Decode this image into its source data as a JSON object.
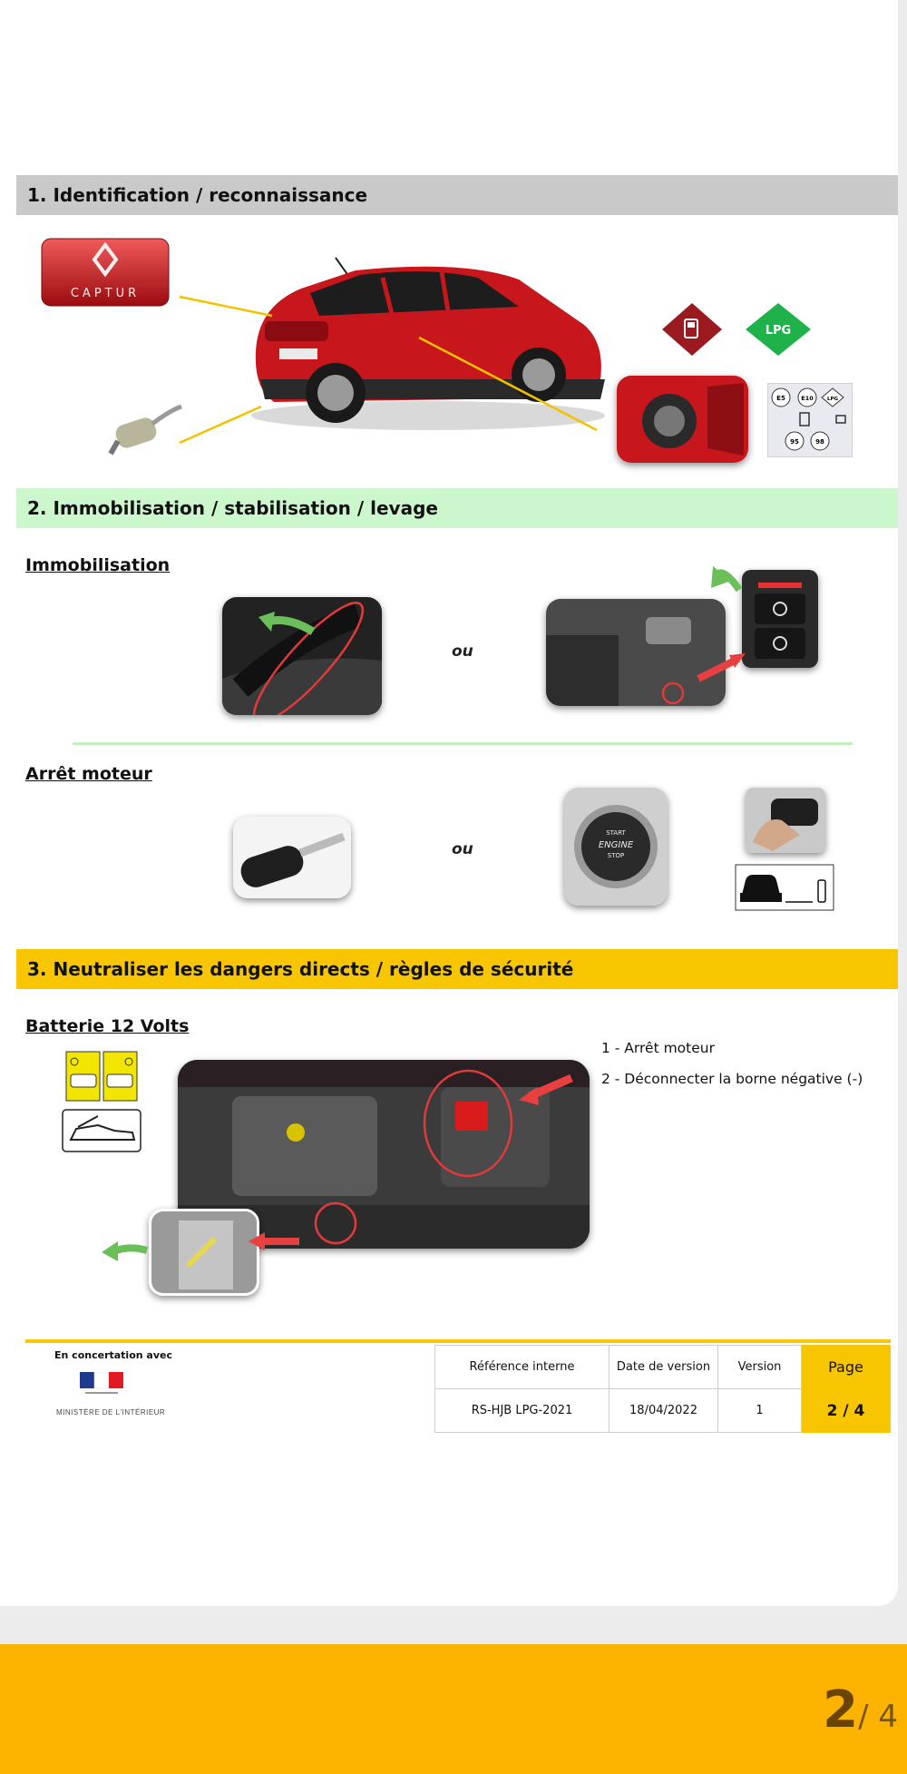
{
  "sections": {
    "identification": "1. Identification / reconnaissance",
    "immobilisation": "2. Immobilisation / stabilisation / levage",
    "dangers": "3. Neutraliser les dangers directs / règles de sécurité"
  },
  "identification": {
    "logo_text": "CAPTUR",
    "fuel_badge_label": "LPG",
    "fuel_labels": [
      "E5",
      "E10",
      "LPG",
      "95",
      "98"
    ]
  },
  "immobilisation": {
    "subtitle": "Immobilisation",
    "or_label": "ou"
  },
  "engine_stop": {
    "subtitle": "Arrêt moteur",
    "or_label": "ou",
    "button_lines": [
      "START",
      "ENGINE",
      "STOP"
    ]
  },
  "battery": {
    "subtitle": "Batterie 12 Volts",
    "steps": [
      "1 - Arrêt moteur",
      "2 - Déconnecter la borne négative (-)"
    ]
  },
  "footer": {
    "partner_label": "En concertation avec",
    "ministry": "MINISTÈRE DE L'INTÉRIEUR",
    "headers": [
      "Référence interne",
      "Date de version",
      "Version",
      "Page"
    ],
    "values": [
      "RS-HJB LPG-2021",
      "18/04/2022",
      "1",
      "2 / 4"
    ]
  },
  "pager": {
    "current": "2",
    "total": "/ 4"
  },
  "colors": {
    "accent_yellow": "#f7c600",
    "section_grey": "#c9c9c9",
    "section_green": "#ccf7cc",
    "car_red": "#c8161d",
    "lpg_green": "#1fb14a",
    "bottom_bar": "#fbb300"
  }
}
